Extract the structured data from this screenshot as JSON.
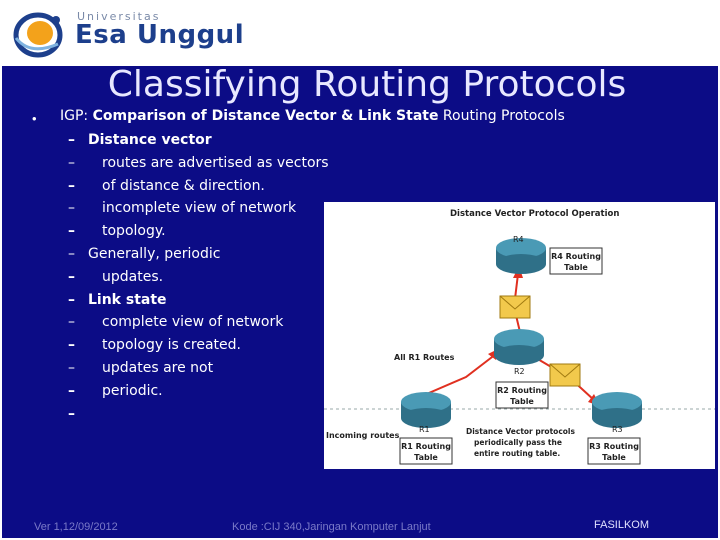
{
  "header": {
    "logo_small": "Universitas",
    "logo_big": "Esa Unggul"
  },
  "slide": {
    "title": "Classifying Routing Protocols",
    "bullet_glyph": "•",
    "main_prefix": "IGP: ",
    "main_bold": "Comparison of Distance Vector & Link State",
    "main_suffix": " Routing Protocols",
    "items": [
      {
        "dash": "–",
        "text": "Distance vector",
        "bold": true,
        "sub": false,
        "long": true
      },
      {
        "dash": "–",
        "text": "routes are advertised as vectors",
        "bold": false,
        "sub": true,
        "long": false
      },
      {
        "dash": "–",
        "text": "of distance & direction.",
        "bold": false,
        "sub": true,
        "long": true
      },
      {
        "dash": "–",
        "text": "incomplete view of network",
        "bold": false,
        "sub": true,
        "long": false
      },
      {
        "dash": "–",
        "text": "topology.",
        "bold": false,
        "sub": true,
        "long": true
      },
      {
        "dash": "–",
        "text": "Generally, periodic",
        "bold": false,
        "sub": false,
        "long": false
      },
      {
        "dash": "–",
        "text": "updates.",
        "bold": false,
        "sub": true,
        "long": true
      },
      {
        "dash": "–",
        "text": "Link state",
        "bold": true,
        "sub": false,
        "long": true
      },
      {
        "dash": "–",
        "text": "complete view of network",
        "bold": false,
        "sub": true,
        "long": false
      },
      {
        "dash": "–",
        "text": "topology is created.",
        "bold": false,
        "sub": true,
        "long": true
      },
      {
        "dash": "–",
        "text": "updates are not",
        "bold": false,
        "sub": true,
        "long": false
      },
      {
        "dash": "–",
        "text": " periodic.",
        "bold": false,
        "sub": true,
        "long": true
      },
      {
        "dash": "–",
        "text": "",
        "bold": false,
        "sub": false,
        "long": true
      }
    ]
  },
  "diagram": {
    "title": "Distance Vector Protocol Operation",
    "r4": "R4",
    "r4_table": [
      "R4 Routing",
      "Table"
    ],
    "all_r1_routes": "All R1 Routes",
    "r2": "R2",
    "r2_table": [
      "R2 Routing",
      "Table"
    ],
    "r1": "R1",
    "r1_table": [
      "R1 Routing",
      "Table"
    ],
    "r3": "R3",
    "r3_table": [
      "R3 Routing",
      "Table"
    ],
    "incoming_routes": "Incoming routes",
    "caption": [
      "Distance Vector protocols",
      "periodically pass the",
      "entire routing table."
    ],
    "colors": {
      "router": "#3f8fa8",
      "envelope": "#f2c94c",
      "arrow": "#e03020"
    }
  },
  "footer": {
    "left": "Ver 1,12/09/2012",
    "center": "Kode :CIJ 340,Jaringan Komputer Lanjut",
    "right": "FASILKOM"
  }
}
